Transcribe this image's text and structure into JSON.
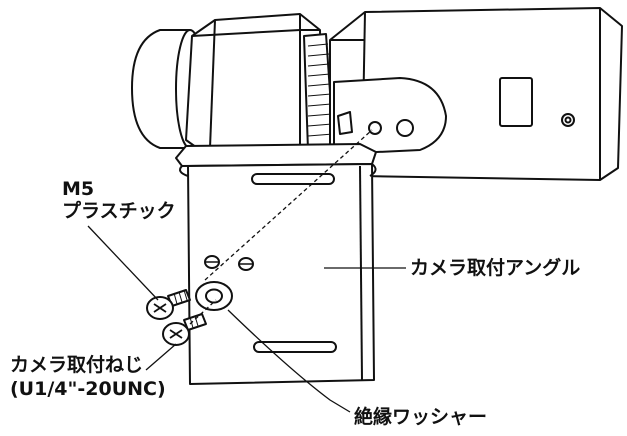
{
  "labels": {
    "screw_m5_line1": "M5",
    "screw_m5_line2": "プラスチック",
    "mount_screw_line1": "カメラ取付ねじ",
    "mount_screw_line2": "(U1/4\"-20UNC)",
    "angle_bracket": "カメラ取付アングル",
    "insulating_washer": "絶縁ワッシャー"
  },
  "colors": {
    "line": "#111111",
    "fill": "#ffffff",
    "shade": "#e9e9e9"
  }
}
